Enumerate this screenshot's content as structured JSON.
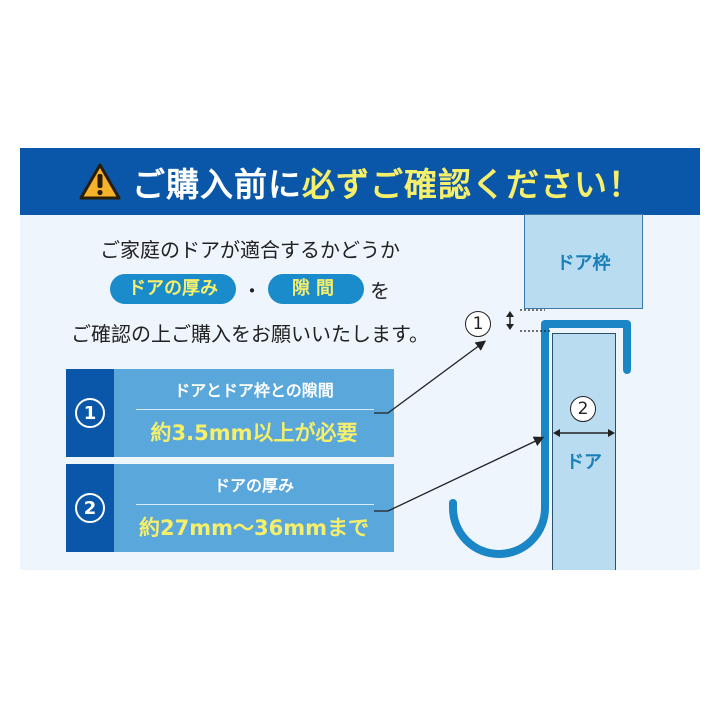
{
  "banner": {
    "warning_icon": "warning-triangle-icon",
    "title_white": "ご購入前に",
    "title_yellow": "必ずご確認ください！"
  },
  "intro": {
    "line1": "ご家庭のドアが適合するかどうか",
    "pill_thickness": "ドアの厚み",
    "separator": "・",
    "pill_gap": "隙間",
    "particle": "を",
    "line3": "ご確認の上ご購入をお願いいたします。"
  },
  "specs": [
    {
      "number": "1",
      "label": "ドアとドア枠との隙間",
      "value": "約3.5mm以上が必要"
    },
    {
      "number": "2",
      "label": "ドアの厚み",
      "value": "約27mm～36mmまで"
    }
  ],
  "diagram": {
    "frame_label": "ドア枠",
    "door_label": "ドア",
    "marker_gap": "1",
    "marker_thickness": "2"
  },
  "colors": {
    "banner_bg": "#0a57a9",
    "accent_yellow": "#f6ef6b",
    "pill_blue": "#1a8ccc",
    "spec_bg": "#5aa7db",
    "hook_blue": "#1a86c6",
    "panel_bg": "#eff5fc"
  }
}
